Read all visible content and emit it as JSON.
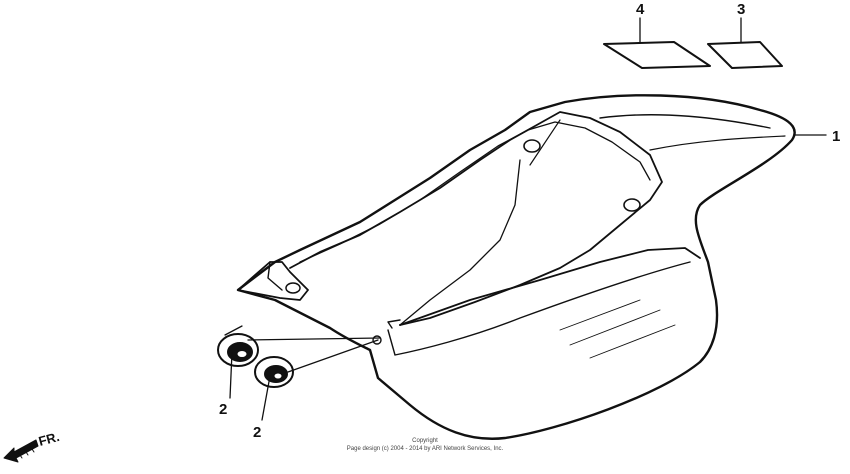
{
  "callouts": {
    "part_1": "1",
    "part_2a": "2",
    "part_2b": "2",
    "part_3": "3",
    "part_4": "4"
  },
  "direction": {
    "label": "FR."
  },
  "footer": {
    "line1": "Copyright",
    "line2": "Page design (c) 2004 - 2014 by ARI Network Services, Inc."
  }
}
